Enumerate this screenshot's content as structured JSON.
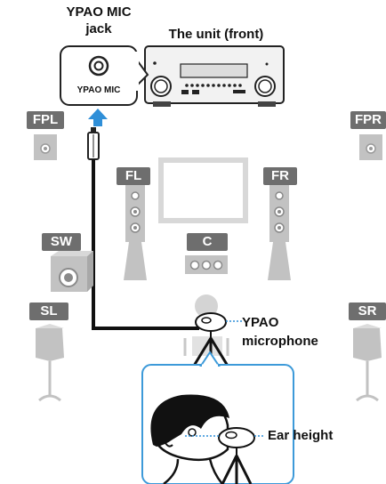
{
  "labels": {
    "jack_title": "YPAO MIC\njack",
    "unit_front": "The unit (front)",
    "jack_panel": "YPAO MIC",
    "microphone": "YPAO\nmicrophone",
    "ear_height": "Ear height"
  },
  "speakers": {
    "fpl": "FPL",
    "fpr": "FPR",
    "fl": "FL",
    "fr": "FR",
    "c": "C",
    "sw": "SW",
    "sl": "SL",
    "sr": "SR"
  },
  "colors": {
    "speaker_gray": "#bdbdbd",
    "tag_gray": "#6e6e6e",
    "arrow_blue": "#2f8fd8",
    "inset_border": "#3d9ad9"
  }
}
